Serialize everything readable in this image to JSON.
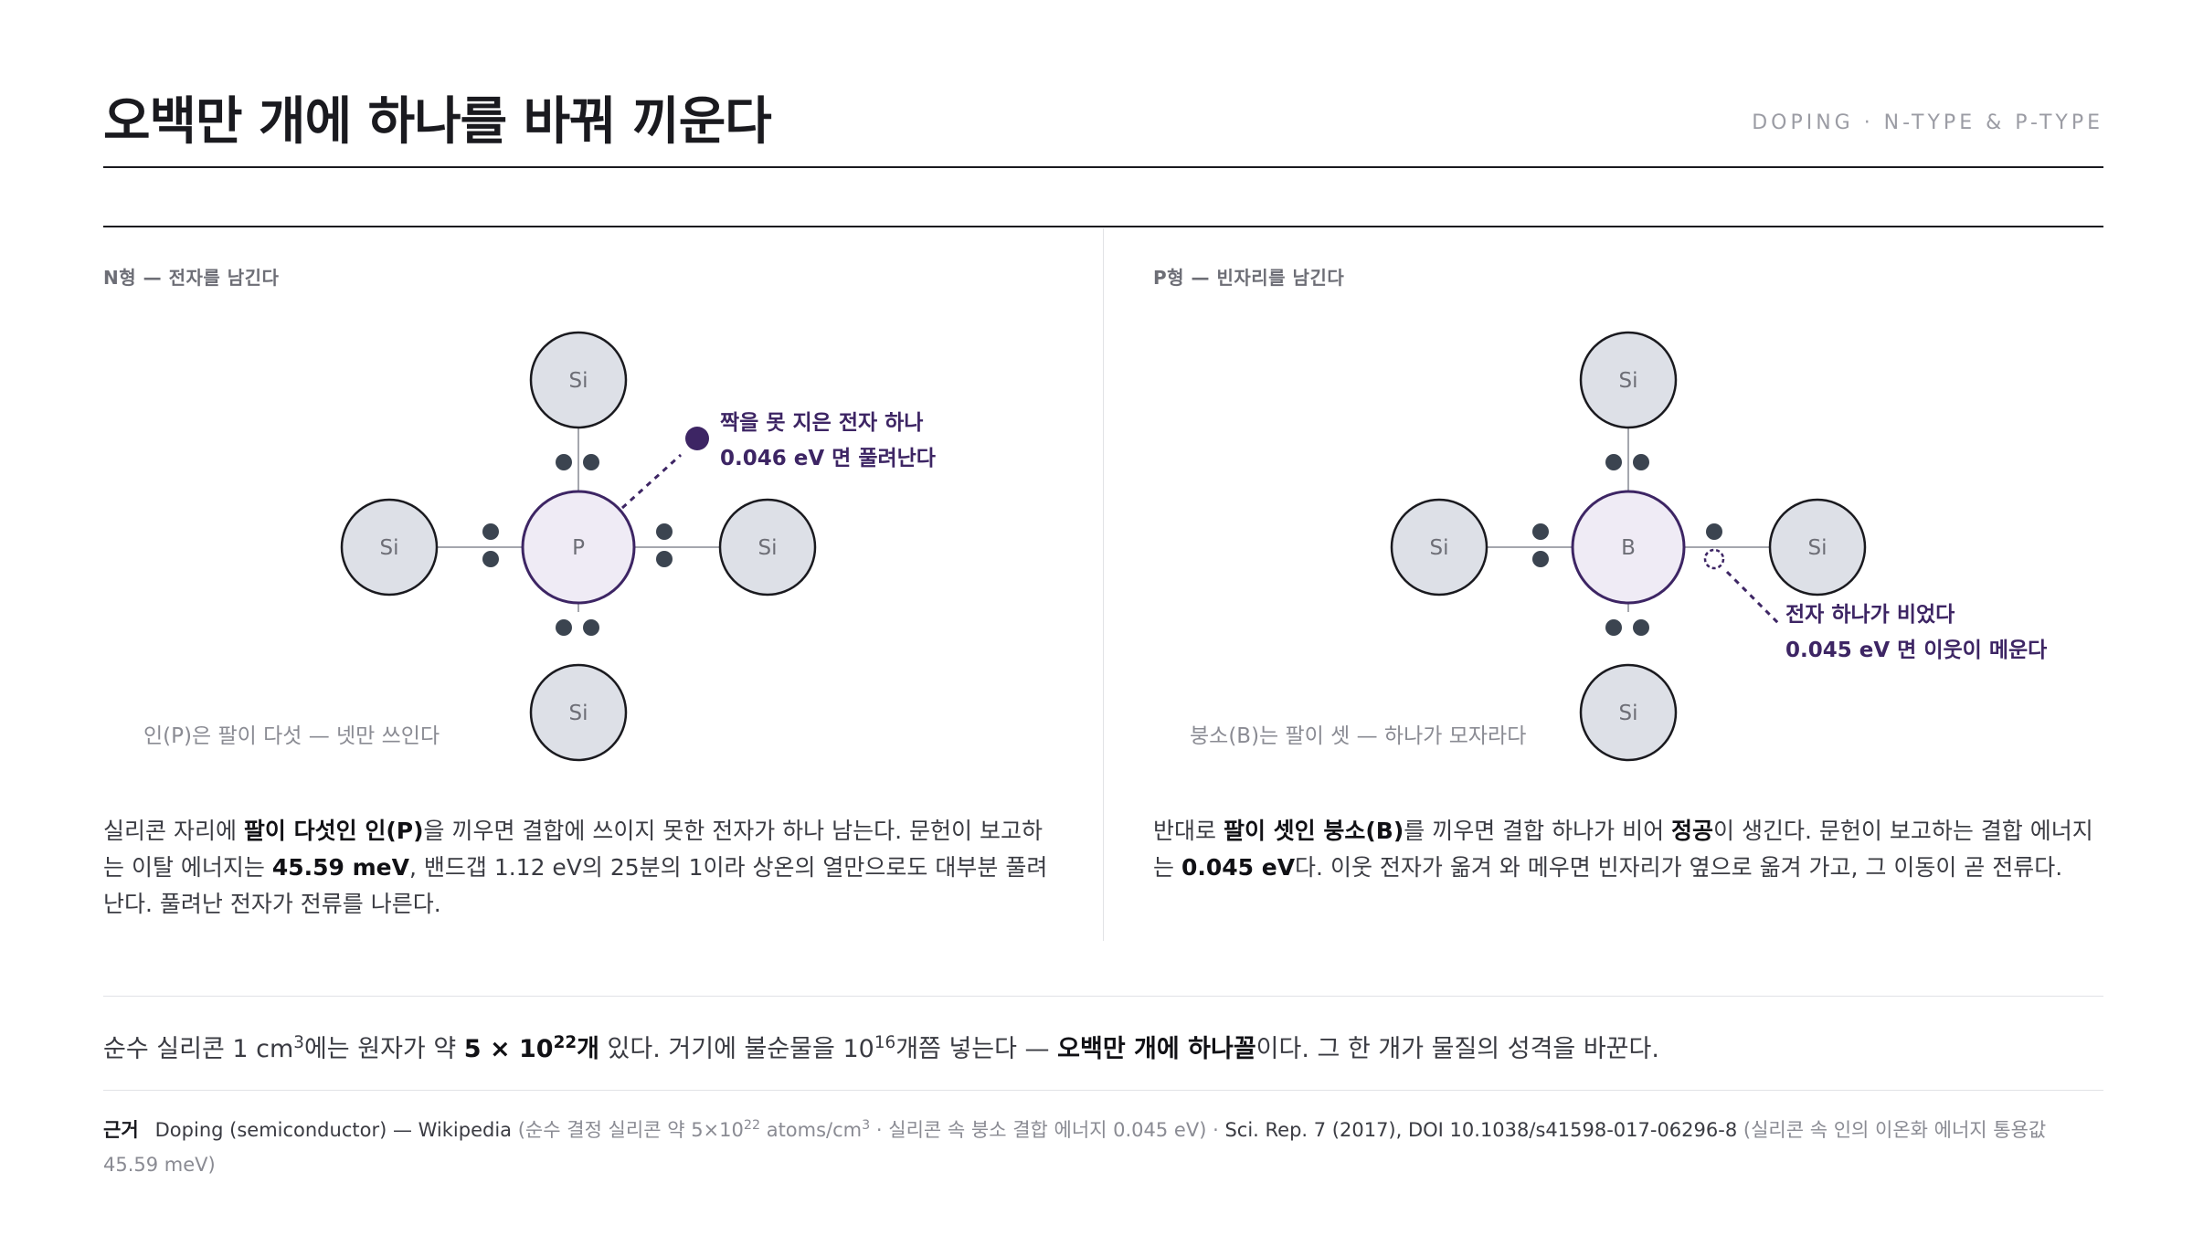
{
  "header": {
    "title": "오백만 개에 하나를 바꿔 끼운다",
    "tag": "DOPING · N-TYPE & P-TYPE"
  },
  "colors": {
    "ink": "#1a1a1f",
    "accent": "#3d2564",
    "atom_fill": "#dde0e7",
    "dopant_fill": "#efebf5",
    "electron": "#3b4450",
    "rule": "#e1e2e6",
    "muted": "#8a8b93"
  },
  "n_type": {
    "label": "N형 — 전자를 남긴다",
    "center_atom": "P",
    "neighbor_atoms": [
      "Si",
      "Si",
      "Si",
      "Si"
    ],
    "annotation_line1": "짝을 못 지은 전자 하나",
    "annotation_line2": "0.046 eV 면 풀려난다",
    "caption": "인(P)은 팔이 다섯 — 넷만 쓰인다",
    "desc_pre": "실리콘 자리에 ",
    "desc_bold1": "팔이 다섯인 인(P)",
    "desc_mid1": "을 끼우면 결합에 쓰이지 못한 전자가 하나 남는다. 문헌이 보고하는 이탈 에너지는 ",
    "desc_bold2": "45.59 meV",
    "desc_post": ", 밴드갭 1.12 eV의 25분의 1이라 상온의 열만으로도 대부분 풀려난다. 풀려난 전자가 전류를 나른다."
  },
  "p_type": {
    "label": "P형 — 빈자리를 남긴다",
    "center_atom": "B",
    "neighbor_atoms": [
      "Si",
      "Si",
      "Si",
      "Si"
    ],
    "annotation_line1": "전자 하나가 비었다",
    "annotation_line2": "0.045 eV 면 이웃이 메운다",
    "caption": "붕소(B)는 팔이 셋 — 하나가 모자라다",
    "desc_pre": "반대로 ",
    "desc_bold1": "팔이 셋인 붕소(B)",
    "desc_mid1": "를 끼우면 결합 하나가 비어 ",
    "desc_bold2": "정공",
    "desc_mid2": "이 생긴다. 문헌이 보고하는 결합 에너지는 ",
    "desc_bold3": "0.045 eV",
    "desc_post": "다. 이웃 전자가 옮겨 와 메우면 빈자리가 옆으로 옮겨 가고, 그 이동이 곧 전류다."
  },
  "summary": {
    "t1": "순수 실리콘 1 cm",
    "sup1": "3",
    "t2": "에는 원자가 약 ",
    "b1": "5 × 10",
    "bsup": "22",
    "b1b": "개",
    "t3": " 있다. 거기에 불순물을 10",
    "sup2": "16",
    "t4": "개쯤 넣는다 — ",
    "b2": "오백만 개에 하나꼴",
    "t5": "이다. 그 한 개가 물질의 성격을 바꾼다."
  },
  "sources": {
    "lead": "근거",
    "s1": "Doping (semiconductor) — Wikipedia",
    "n1a": " (순수 결정 실리콘 약 5×10",
    "n1sup": "22",
    "n1b": " atoms/cm",
    "n1sup2": "3",
    "n1c": " · 실리콘 속 붕소 결합 에너지 0.045 eV)",
    "sep": " · ",
    "s2": "Sci. Rep. 7 (2017), DOI 10.1038/s41598-017-06296-8",
    "n2": " (실리콘 속 인의 이온화 에너지 통용값 45.59 meV)"
  }
}
